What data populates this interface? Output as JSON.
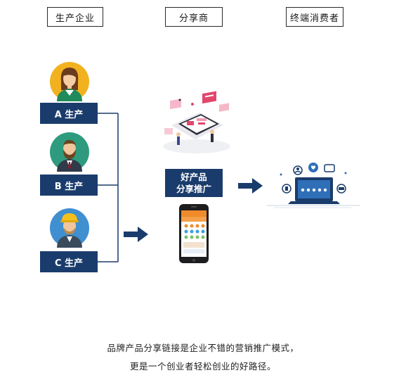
{
  "headers": {
    "producer": "生产企业",
    "distributor": "分享商",
    "consumer": "终端消费者"
  },
  "producers": [
    {
      "label": "A 生产",
      "avatar_color": "#f2b21f"
    },
    {
      "label": "B 生产",
      "avatar_color": "#2e9b7e"
    },
    {
      "label": "C 生产",
      "avatar_color": "#3f8fd1"
    }
  ],
  "distributor_box": {
    "line1": "好产品",
    "line2": "分享推广"
  },
  "caption": {
    "line1": "品牌产品分享链接是企业不错的营销推广模式，",
    "line2": "更是一个创业者轻松创业的好路径。"
  },
  "colors": {
    "navy": "#1a3c6c",
    "accent_pink": "#e2476b"
  }
}
